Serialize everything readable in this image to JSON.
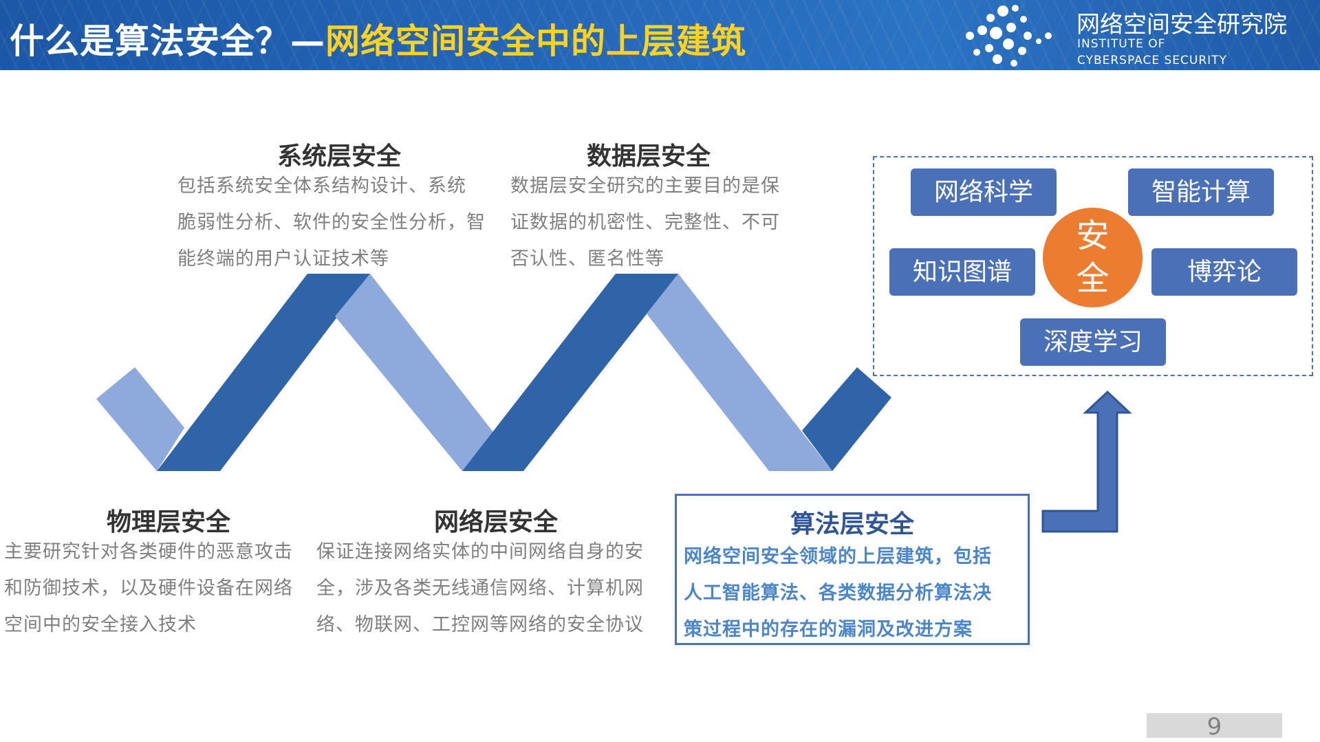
{
  "header": {
    "title_main": "什么是算法安全？—",
    "title_highlight": "网络空间安全中的上层建筑",
    "institute_cn": "网络空间安全研究院",
    "institute_en_line1": "INSTITUTE OF",
    "institute_en_line2": "CYBERSPACE SECURITY"
  },
  "colors": {
    "header_blue": "#1f5aa8",
    "title_highlight": "#ffd21f",
    "dark_blue": "#2f64a8",
    "light_blue": "#8ea9db",
    "pill_blue": "#4a71b8",
    "orange": "#ec7c30",
    "algo_text": "#4a86c8"
  },
  "layers": {
    "system": {
      "heading": "系统层安全",
      "lines": [
        "包括系统安全体系结构设计、系统",
        "脆弱性分析、软件的安全性分析，智",
        "能终端的用户认证技术等"
      ]
    },
    "data": {
      "heading": "数据层安全",
      "lines": [
        "数据层安全研究的主要目的是保",
        "证数据的机密性、完整性、不可",
        "否认性、匿名性等"
      ]
    },
    "physical": {
      "heading": "物理层安全",
      "lines": [
        "主要研究针对各类硬件的恶意攻击",
        "和防御技术，以及硬件设备在网络",
        "空间中的安全接入技术"
      ]
    },
    "network": {
      "heading": "网络层安全",
      "lines": [
        "保证连接网络实体的中间网络自身的安",
        "全，涉及各类无线通信网络、计算机网",
        "络、物联网、工控网等网络的安全协议"
      ]
    },
    "algorithm": {
      "heading": "算法层安全",
      "lines": [
        "网络空间安全领域的上层建筑，包括",
        "人工智能算法、各类数据分析算法决",
        "策过程中的存在的漏洞及改进方案"
      ]
    }
  },
  "fields": {
    "network_science": "网络科学",
    "intelligent_computing": "智能计算",
    "knowledge_graph": "知识图谱",
    "game_theory": "博弈论",
    "deep_learning": "深度学习",
    "center_line1": "安",
    "center_line2": "全"
  },
  "page_number": "9"
}
